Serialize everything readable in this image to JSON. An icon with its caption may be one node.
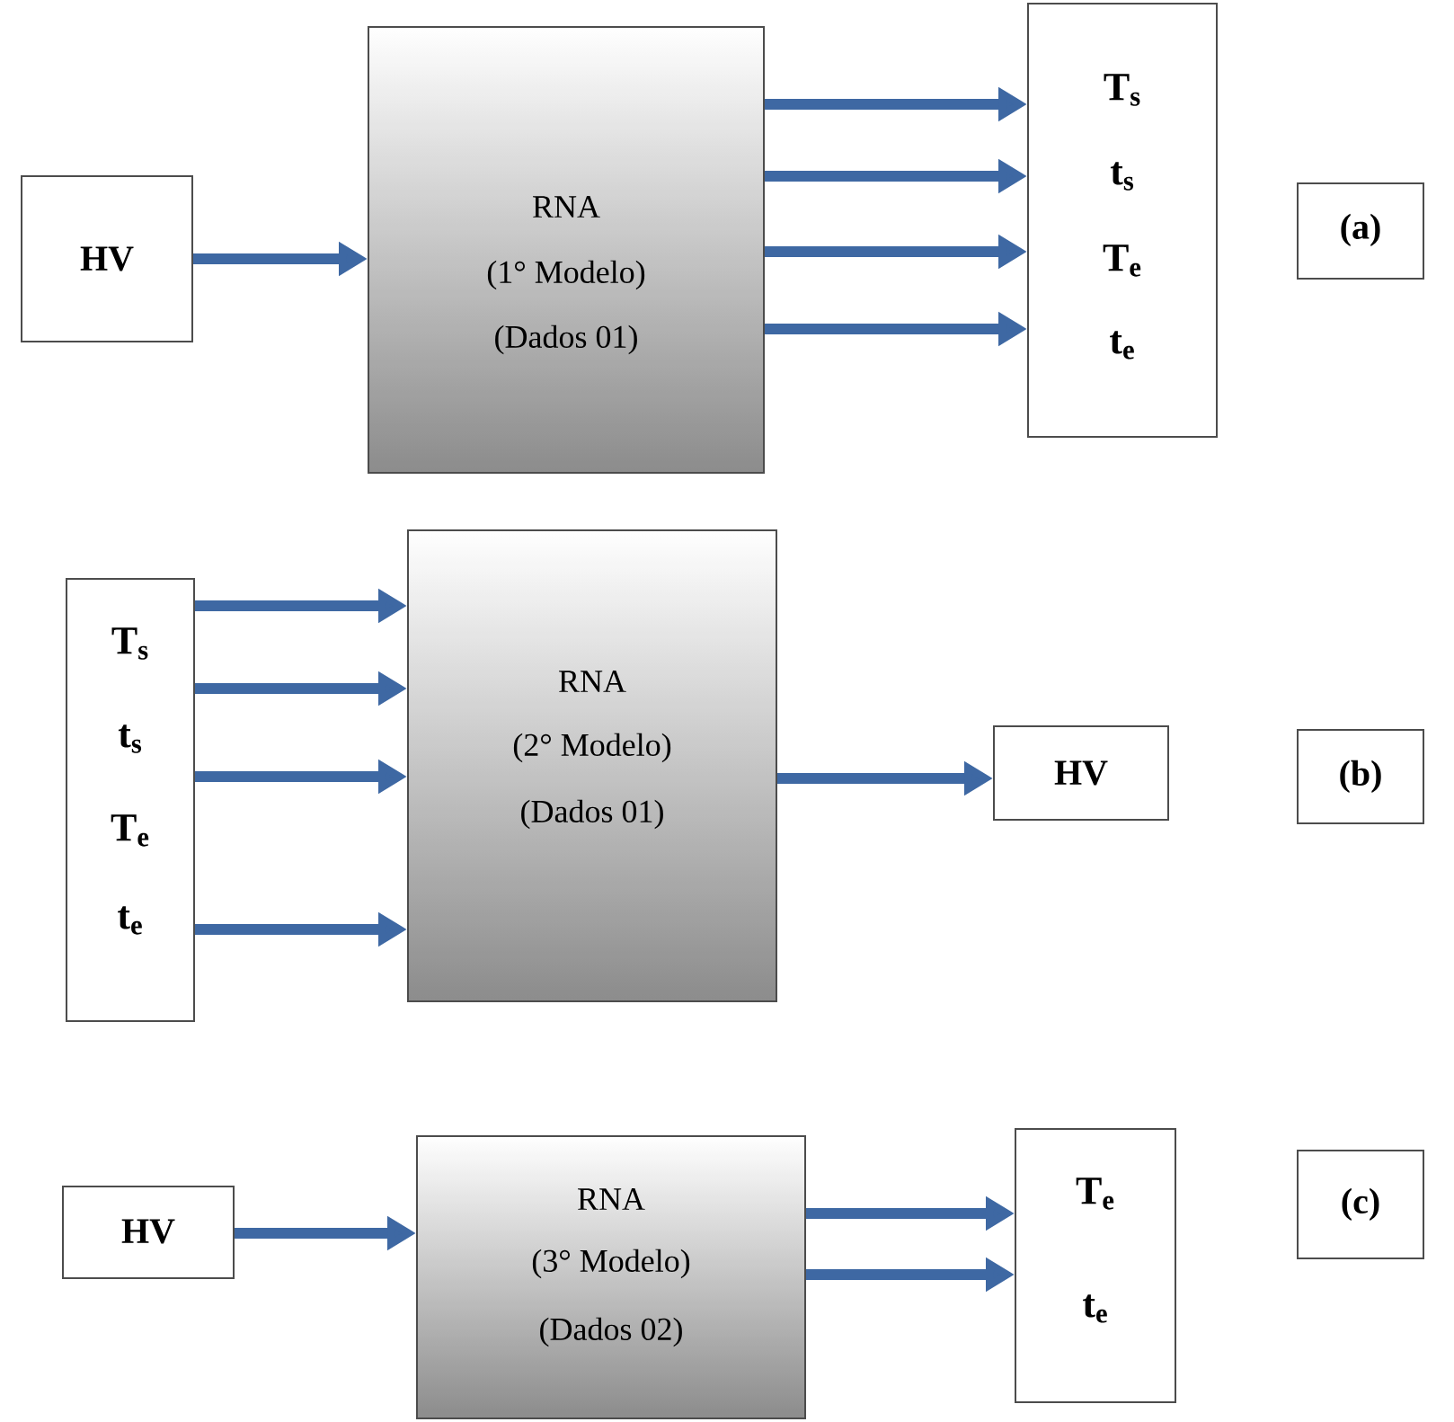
{
  "diagram": {
    "nodes": [
      {
        "text": [
          "HV"
        ]
      },
      {
        "text": [
          "RNA",
          "(1° Modelo)",
          "(Dados 01)"
        ]
      },
      {
        "text": [
          "T$_{s}$",
          "t$_{s}$",
          "T$_{e}$",
          "t$_{e}$"
        ]
      },
      {
        "text": [
          "(a)"
        ]
      },
      {
        "text": [
          "T$_{s}$",
          "t$_{s}$",
          "T$_{e}$",
          "t$_{e}$"
        ]
      },
      {
        "text": [
          "RNA",
          "(2° Modelo)",
          "(Dados 01)"
        ]
      },
      {
        "text": [
          "HV"
        ]
      },
      {
        "text": [
          "(b)"
        ]
      },
      {
        "text": [
          "HV"
        ]
      },
      {
        "text": [
          "RNA",
          "(3° Modelo)",
          "(Dados 02)"
        ]
      },
      {
        "text": [
          "T$_{e}$",
          "t$_{e}$"
        ]
      },
      {
        "text": [
          "(c)"
        ]
      }
    ],
    "edges": [
      {
        "from": 0,
        "to": 1,
        "arrow": "to"
      },
      {
        "from": 1,
        "to": 2,
        "arrow": "to"
      },
      {
        "from": 1,
        "to": 2,
        "arrow": "to"
      },
      {
        "from": 1,
        "to": 2,
        "arrow": "to"
      },
      {
        "from": 1,
        "to": 2,
        "arrow": "to"
      },
      {
        "from": 4,
        "to": 5,
        "arrow": "to"
      },
      {
        "from": 4,
        "to": 5,
        "arrow": "to"
      },
      {
        "from": 4,
        "to": 5,
        "arrow": "to"
      },
      {
        "from": 4,
        "to": 5,
        "arrow": "to"
      },
      {
        "from": 5,
        "to": 6,
        "arrow": "to"
      },
      {
        "from": 8,
        "to": 9,
        "arrow": "to"
      },
      {
        "from": 9,
        "to": 10,
        "arrow": "to"
      },
      {
        "from": 9,
        "to": 10,
        "arrow": "to"
      }
    ]
  }
}
